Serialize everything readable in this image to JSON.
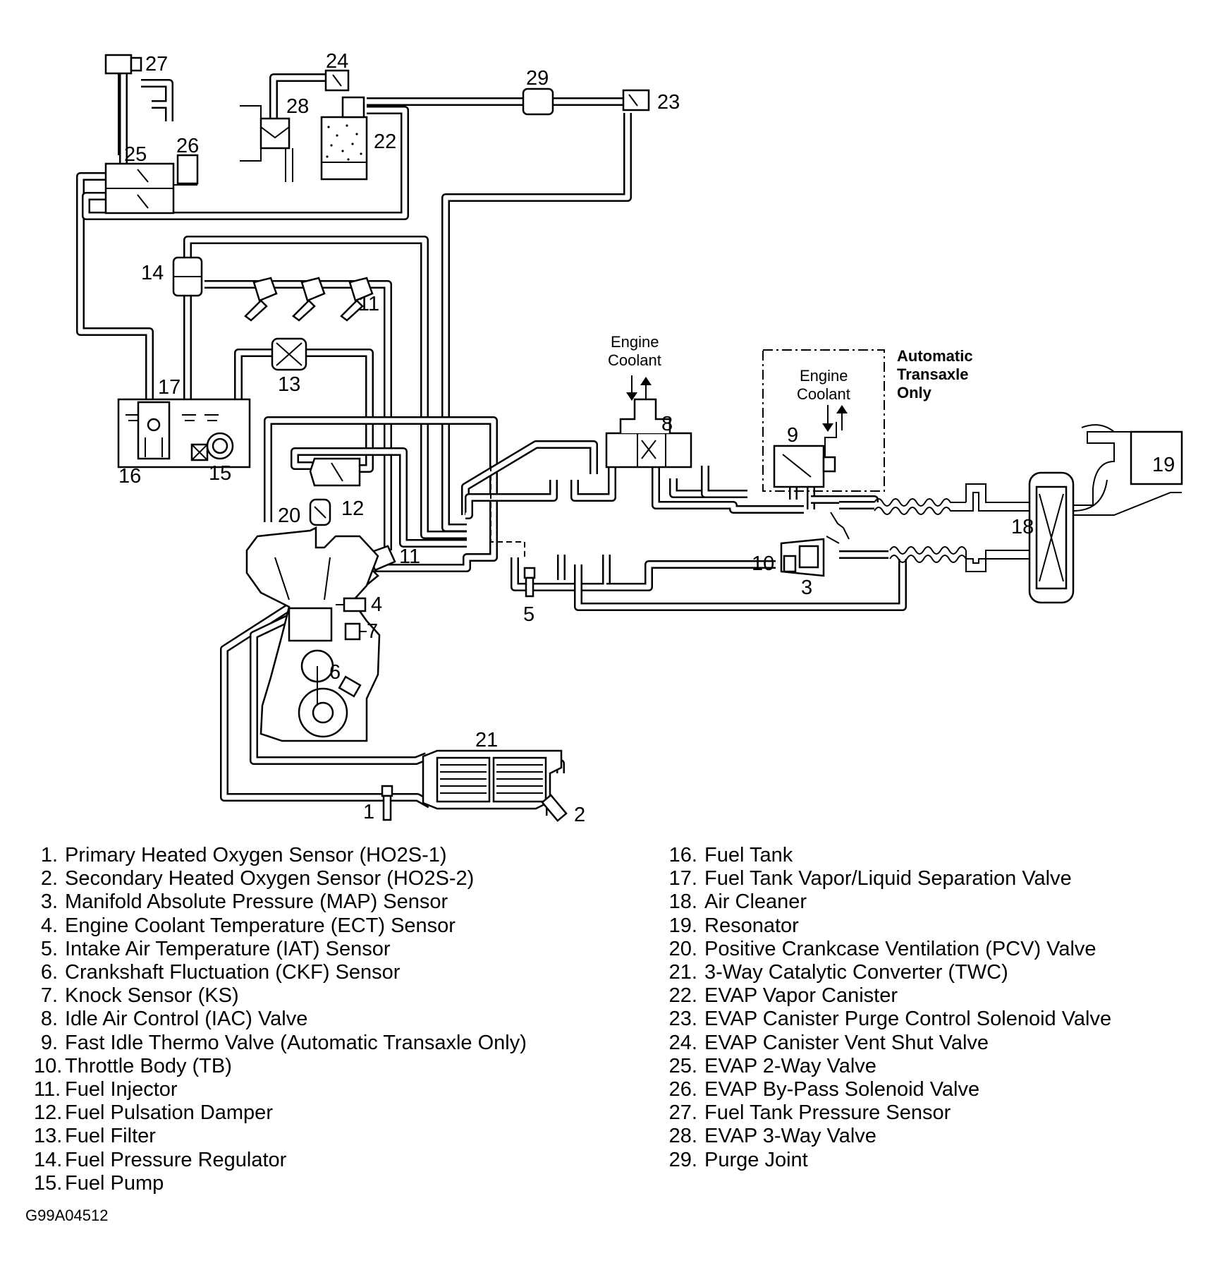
{
  "diagram": {
    "callouts": {
      "c1": "1",
      "c2": "2",
      "c3": "3",
      "c4": "4",
      "c5": "5",
      "c6": "6",
      "c7": "7",
      "c8": "8",
      "c9": "9",
      "c10": "10",
      "c11a": "11",
      "c11b": "11",
      "c12": "12",
      "c13": "13",
      "c14": "14",
      "c15": "15",
      "c16": "16",
      "c17": "17",
      "c18": "18",
      "c19": "19",
      "c20": "20",
      "c21": "21",
      "c22": "22",
      "c23": "23",
      "c24": "24",
      "c25": "25",
      "c26": "26",
      "c27": "27",
      "c28": "28",
      "c29": "29"
    },
    "notes": {
      "engine_coolant_1_line1": "Engine",
      "engine_coolant_1_line2": "Coolant",
      "engine_coolant_2_line1": "Engine",
      "engine_coolant_2_line2": "Coolant",
      "auto_line1": "Automatic",
      "auto_line2": "Transaxle",
      "auto_line3": "Only"
    }
  },
  "legend": {
    "left": [
      {
        "num": "1.",
        "label": "Primary Heated Oxygen Sensor (HO2S-1)"
      },
      {
        "num": "2.",
        "label": "Secondary Heated Oxygen Sensor (HO2S-2)"
      },
      {
        "num": "3.",
        "label": "Manifold Absolute Pressure (MAP) Sensor"
      },
      {
        "num": "4.",
        "label": "Engine Coolant Temperature (ECT) Sensor"
      },
      {
        "num": "5.",
        "label": "Intake Air Temperature (IAT) Sensor"
      },
      {
        "num": "6.",
        "label": "Crankshaft Fluctuation (CKF) Sensor"
      },
      {
        "num": "7.",
        "label": "Knock Sensor (KS)"
      },
      {
        "num": "8.",
        "label": "Idle Air Control (IAC) Valve"
      },
      {
        "num": "9.",
        "label": "Fast Idle Thermo Valve (Automatic Transaxle Only)"
      },
      {
        "num": "10.",
        "label": "Throttle Body (TB)"
      },
      {
        "num": "11.",
        "label": "Fuel Injector"
      },
      {
        "num": "12.",
        "label": "Fuel Pulsation Damper"
      },
      {
        "num": "13.",
        "label": "Fuel Filter"
      },
      {
        "num": "14.",
        "label": "Fuel Pressure Regulator"
      },
      {
        "num": "15.",
        "label": "Fuel Pump"
      }
    ],
    "right": [
      {
        "num": "16.",
        "label": "Fuel Tank"
      },
      {
        "num": "17.",
        "label": "Fuel Tank Vapor/Liquid Separation Valve"
      },
      {
        "num": "18.",
        "label": "Air Cleaner"
      },
      {
        "num": "19.",
        "label": "Resonator"
      },
      {
        "num": "20.",
        "label": "Positive Crankcase Ventilation (PCV) Valve"
      },
      {
        "num": "21.",
        "label": "3-Way Catalytic Converter (TWC)"
      },
      {
        "num": "22.",
        "label": "EVAP Vapor Canister"
      },
      {
        "num": "23.",
        "label": "EVAP Canister Purge Control Solenoid Valve"
      },
      {
        "num": "24.",
        "label": "EVAP Canister Vent Shut Valve"
      },
      {
        "num": "25.",
        "label": "EVAP 2-Way Valve"
      },
      {
        "num": "26.",
        "label": "EVAP By-Pass Solenoid Valve"
      },
      {
        "num": "27.",
        "label": "Fuel Tank Pressure Sensor"
      },
      {
        "num": "28.",
        "label": "EVAP 3-Way Valve"
      },
      {
        "num": "29.",
        "label": "Purge Joint"
      }
    ]
  },
  "figure_code": "G99A04512"
}
